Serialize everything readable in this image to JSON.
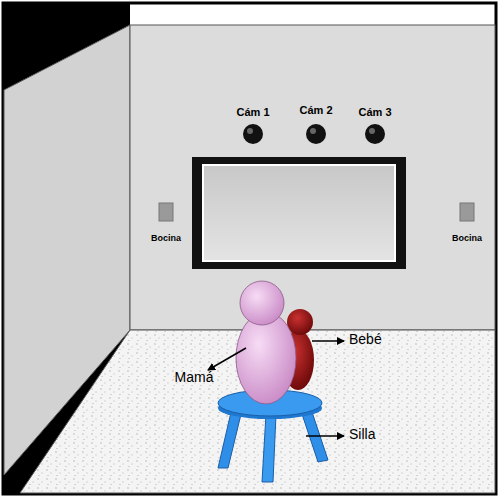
{
  "diagram": {
    "labels": [
      "Cám 1",
      "Cám 2",
      "Cám 3",
      "Bocina",
      "Bocina",
      "Bebé",
      "Mamá",
      "Silla"
    ]
  }
}
